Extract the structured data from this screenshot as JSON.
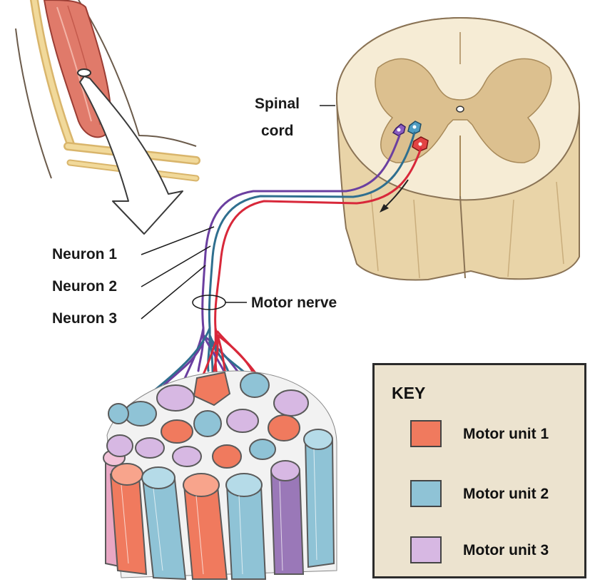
{
  "labels": {
    "spinal_cord_line1": "Spinal",
    "spinal_cord_line2": "cord",
    "neuron_1": "Neuron 1",
    "neuron_2": "Neuron 2",
    "neuron_3": "Neuron 3",
    "motor_nerve": "Motor nerve"
  },
  "key": {
    "title": "KEY",
    "items": [
      {
        "label": "Motor unit 1",
        "color": "#f07a5e"
      },
      {
        "label": "Motor unit 2",
        "color": "#8fc3d6"
      },
      {
        "label": "Motor unit 3",
        "color": "#d7b8e3"
      }
    ]
  },
  "colors": {
    "neuron_1": "#6b3fa0",
    "neuron_2": "#2f6f8f",
    "neuron_3": "#d8283a",
    "spinal_white_matter": "#f6ecd5",
    "spinal_gray_matter": "#dcc08f",
    "muscle": "#e07a6a"
  }
}
